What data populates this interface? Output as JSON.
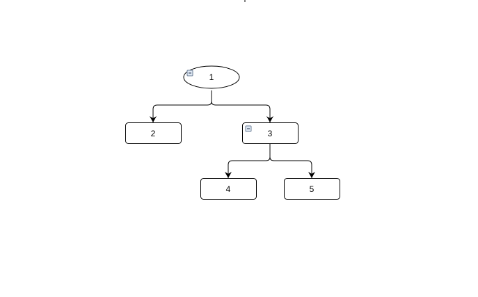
{
  "diagram": {
    "nodes": [
      {
        "id": "1",
        "label": "1",
        "shape": "ellipse",
        "collapsible": true
      },
      {
        "id": "2",
        "label": "2",
        "shape": "rounded-rect",
        "collapsible": false
      },
      {
        "id": "3",
        "label": "3",
        "shape": "rounded-rect",
        "collapsible": true
      },
      {
        "id": "4",
        "label": "4",
        "shape": "rounded-rect",
        "collapsible": false
      },
      {
        "id": "5",
        "label": "5",
        "shape": "rounded-rect",
        "collapsible": false
      }
    ],
    "edges": [
      {
        "from": "1",
        "to": "2"
      },
      {
        "from": "1",
        "to": "3"
      },
      {
        "from": "3",
        "to": "4"
      },
      {
        "from": "3",
        "to": "5"
      }
    ],
    "colors": {
      "stroke": "#000000",
      "fill": "#ffffff",
      "collapse_icon_fill": "#dfe8f4",
      "collapse_icon_stroke": "#6e7f96"
    },
    "icons": {
      "collapse": "minus-square-icon"
    }
  }
}
